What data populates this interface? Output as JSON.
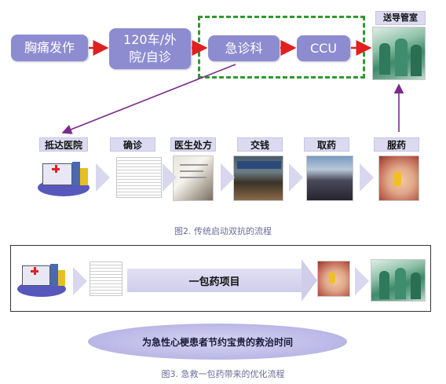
{
  "top_flow": {
    "boxes": [
      "胸痛发作",
      "120车/外院/自诊",
      "急诊科",
      "CCU"
    ],
    "box1": "胸痛发作",
    "box2_line1": "120车/外",
    "box2_line2": "院/自诊",
    "box3": "急诊科",
    "box4": "CCU",
    "target_label": "送导管室"
  },
  "traditional_steps": [
    "抵达医院",
    "确诊",
    "医生处方",
    "交钱",
    "取药",
    "服药"
  ],
  "fig2_caption": "图2. 传统启动双抗的流程",
  "optimized": {
    "arrow_label": "一包药项目",
    "ellipse_text": "为急性心梗患者节约宝贵的救治时间"
  },
  "fig3_caption": "图3. 急救一包药带来的优化流程",
  "colors": {
    "box_fill": "#8d8cd0",
    "red_arrow": "#e02020",
    "purple_arrow": "#7a2a8a",
    "dash_green": "#2e9a2e"
  }
}
